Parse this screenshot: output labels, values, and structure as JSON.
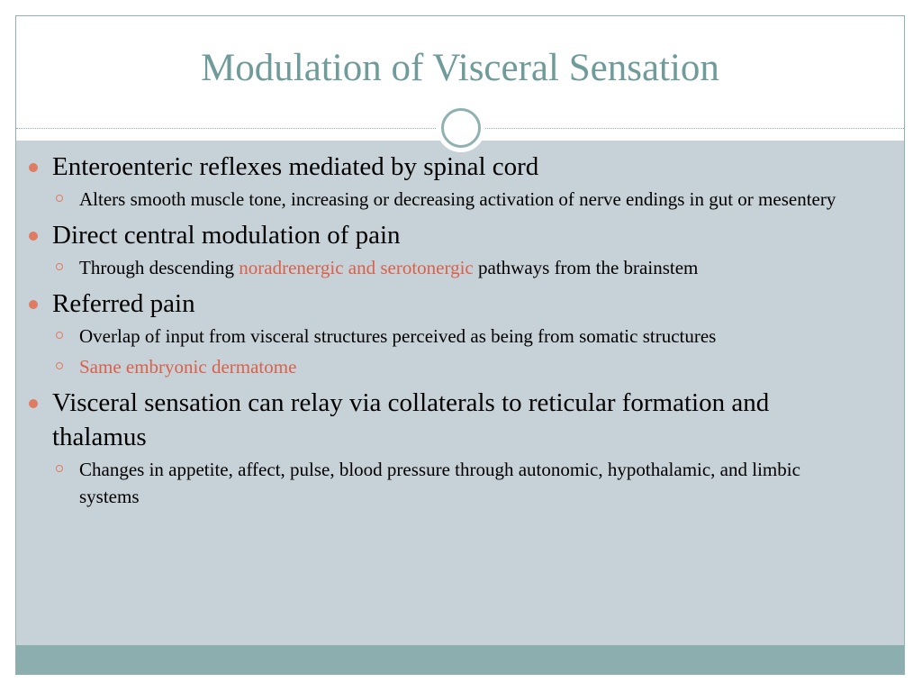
{
  "slide": {
    "title": "Modulation of Visceral Sensation",
    "colors": {
      "title": "#6f9b9a",
      "content_bg": "#c7d2d8",
      "footer_bar": "#8daeae",
      "bullet": "#e07b63",
      "accent_text": "#d9614a"
    },
    "bullets": [
      {
        "text": "Enteroenteric reflexes mediated by spinal cord",
        "sub": [
          {
            "text": "Alters smooth muscle tone, increasing or decreasing activation of nerve endings in gut or mesentery"
          }
        ]
      },
      {
        "text": "Direct central modulation of pain",
        "sub": [
          {
            "pre": "Through descending ",
            "accent": "noradrenergic and serotonergic",
            "post": " pathways from the brainstem"
          }
        ]
      },
      {
        "text": "Referred pain",
        "sub": [
          {
            "text": "Overlap of input from visceral structures perceived as being from somatic structures"
          },
          {
            "accent": "Same embryonic dermatome"
          }
        ]
      },
      {
        "text": "Visceral sensation can relay via collaterals to reticular formation and thalamus",
        "sub": [
          {
            "text": "Changes in appetite, affect, pulse, blood pressure through autonomic, hypothalamic, and limbic systems"
          }
        ]
      }
    ]
  }
}
